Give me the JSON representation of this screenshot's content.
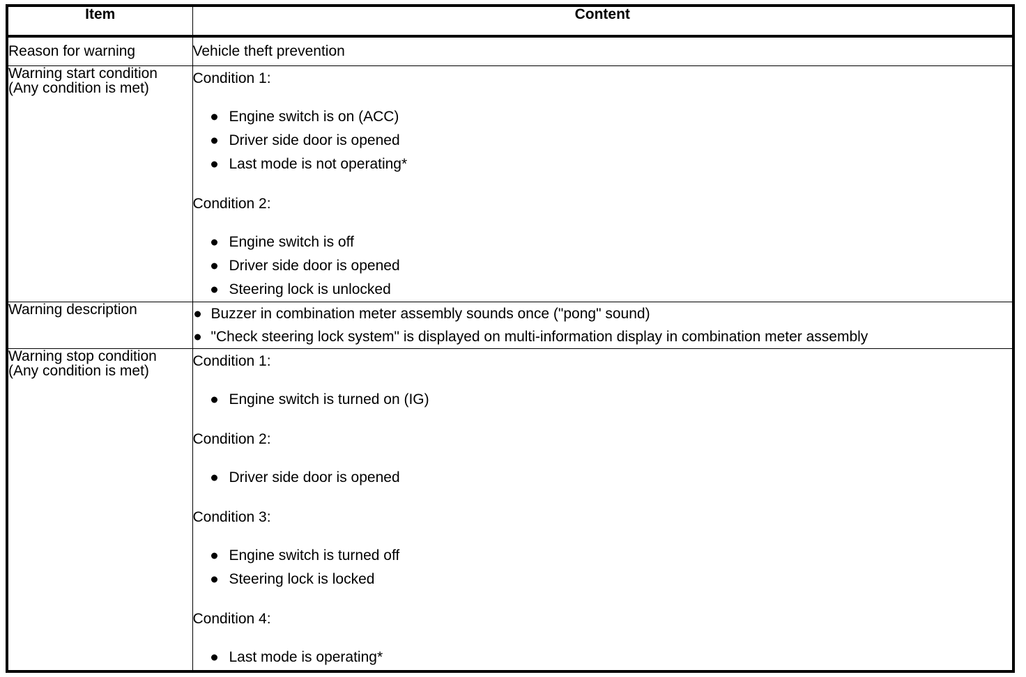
{
  "table": {
    "headers": {
      "item": "Item",
      "content": "Content"
    },
    "rows": {
      "reason": {
        "label": "Reason for warning",
        "content": "Vehicle theft prevention"
      },
      "start_condition": {
        "label_line1": "Warning start condition",
        "label_line2": "(Any condition is met)",
        "groups": [
          {
            "heading": "Condition 1:",
            "bullets": [
              "Engine switch is on (ACC)",
              "Driver side door is opened",
              "Last mode is not operating*"
            ]
          },
          {
            "heading": "Condition 2:",
            "bullets": [
              "Engine switch is off",
              "Driver side door is opened",
              "Steering lock is unlocked"
            ]
          }
        ]
      },
      "description": {
        "label": "Warning description",
        "bullets": [
          "Buzzer in combination meter assembly sounds once (\"pong\" sound)",
          "\"Check steering lock system\" is displayed on multi-information display in combination meter assembly"
        ]
      },
      "stop_condition": {
        "label_line1": "Warning stop condition",
        "label_line2": "(Any condition is met)",
        "groups": [
          {
            "heading": "Condition 1:",
            "bullets": [
              "Engine switch is turned on (IG)"
            ]
          },
          {
            "heading": "Condition 2:",
            "bullets": [
              "Driver side door is opened"
            ]
          },
          {
            "heading": "Condition 3:",
            "bullets": [
              "Engine switch is turned off",
              "Steering lock is locked"
            ]
          },
          {
            "heading": "Condition 4:",
            "bullets": [
              "Last mode is operating*"
            ]
          }
        ]
      }
    }
  },
  "colors": {
    "border": "#000000",
    "text": "#000000",
    "background": "#ffffff"
  }
}
